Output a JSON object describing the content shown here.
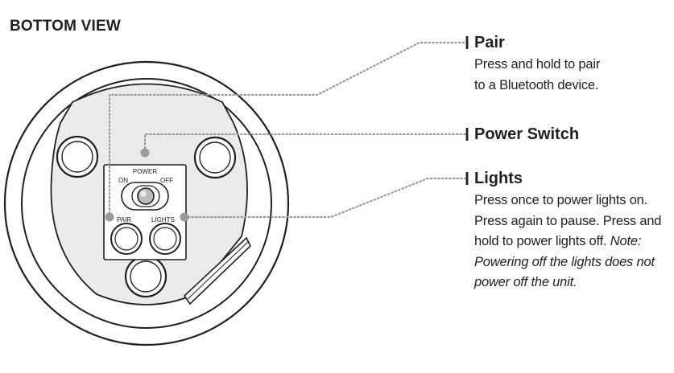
{
  "page_title": "BOTTOM VIEW",
  "panel": {
    "power_label": "POWER",
    "on_label": "ON",
    "off_label": "OFF",
    "pair_label": "PAIR",
    "lights_label": "LIGHTS"
  },
  "callouts": {
    "pair": {
      "title": "Pair",
      "lines": [
        "Press and hold to pair",
        "to a Bluetooth device."
      ]
    },
    "power_switch": {
      "title": "Power Switch"
    },
    "lights": {
      "title": "Lights",
      "lines": [
        "Press once to power lights on.",
        "Press again to pause. Press and",
        "hold to power lights off.  "
      ],
      "note_lines": [
        "Note:",
        "Powering off the lights does not",
        "power off the unit."
      ]
    }
  },
  "colors": {
    "ink": "#231f20",
    "leader": "#9a9a9a"
  }
}
